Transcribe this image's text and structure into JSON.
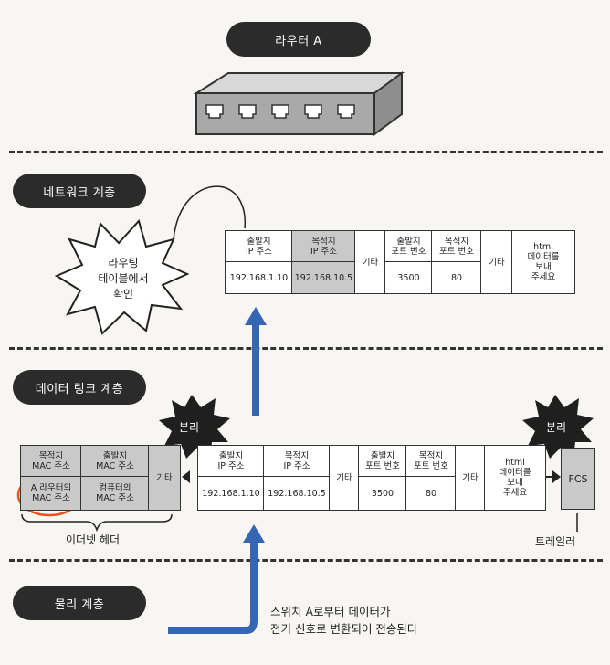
{
  "layers": {
    "router": "라우터 A",
    "network": "네트워크 계층",
    "datalink": "데이터 링크 계층",
    "physical": "물리 계층"
  },
  "burst": {
    "line1": "라우팅",
    "line2": "테이블에서",
    "line3": "확인"
  },
  "split_label": "분리",
  "upper_packet": {
    "src_ip_label": "출발지\nIP 주소",
    "dst_ip_label": "목적지\nIP 주소",
    "src_ip": "192.168.1.10",
    "dst_ip": "192.168.10.5",
    "etc1": "기타",
    "src_port_label": "출발지\n포트 번호",
    "dst_port_label": "목적지\n포트 번호",
    "src_port": "3500",
    "dst_port": "80",
    "etc2": "기타",
    "payload": "html\n데이터를\n보내\n주세요"
  },
  "ethernet": {
    "dst_mac_label": "목적지\nMAC 주소",
    "src_mac_label": "출발지\nMAC 주소",
    "router_mac": "A 라우터의\nMAC 주소",
    "pc_mac": "컴퓨터의\nMAC 주소",
    "etc": "기타",
    "header_caption": "이더넷 헤더"
  },
  "fcs": "FCS",
  "trailer_caption": "트레일러",
  "physical_note": {
    "line1": "스위치 A로부터 데이터가",
    "line2": "전기 신호로 변환되어 전송된다"
  }
}
